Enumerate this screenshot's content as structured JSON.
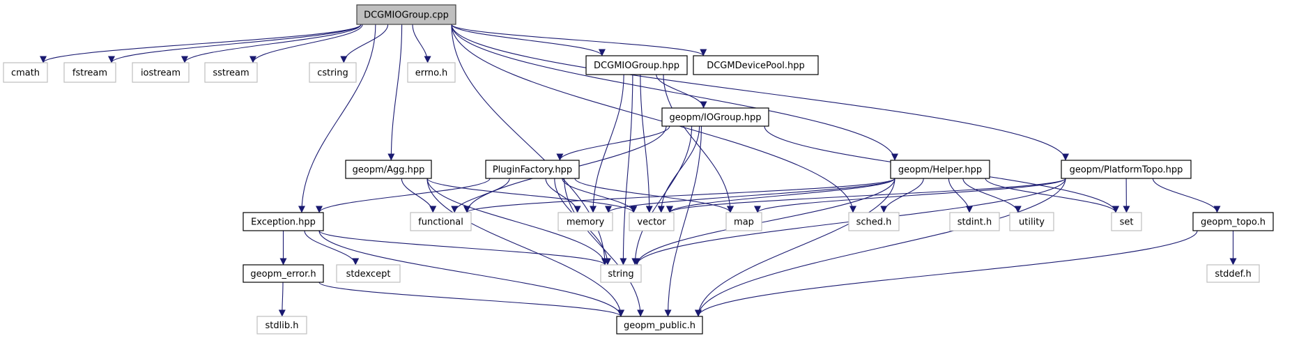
{
  "title": "DCGMIOGroup.cpp include dependency graph",
  "colors": {
    "edge": "#191970",
    "root_fill": "#bfbfbf",
    "root_stroke": "#404040",
    "documented_stroke": "#000000",
    "external_stroke": "#bfbfbf",
    "node_fill": "#ffffff"
  },
  "nodes": [
    {
      "id": "root",
      "label": "DCGMIOGroup.cpp",
      "kind": "root"
    },
    {
      "id": "cmath",
      "label": "cmath",
      "kind": "external"
    },
    {
      "id": "fstream",
      "label": "fstream",
      "kind": "external"
    },
    {
      "id": "iostream",
      "label": "iostream",
      "kind": "external"
    },
    {
      "id": "sstream",
      "label": "sstream",
      "kind": "external"
    },
    {
      "id": "cstring",
      "label": "cstring",
      "kind": "external"
    },
    {
      "id": "errno",
      "label": "errno.h",
      "kind": "external"
    },
    {
      "id": "dcgmhpp",
      "label": "DCGMIOGroup.hpp",
      "kind": "documented"
    },
    {
      "id": "devpool",
      "label": "DCGMDevicePool.hpp",
      "kind": "documented"
    },
    {
      "id": "iogroup",
      "label": "geopm/IOGroup.hpp",
      "kind": "documented"
    },
    {
      "id": "agg",
      "label": "geopm/Agg.hpp",
      "kind": "documented"
    },
    {
      "id": "plugin",
      "label": "PluginFactory.hpp",
      "kind": "documented"
    },
    {
      "id": "helper",
      "label": "geopm/Helper.hpp",
      "kind": "documented"
    },
    {
      "id": "ptopo",
      "label": "geopm/PlatformTopo.hpp",
      "kind": "documented"
    },
    {
      "id": "exception",
      "label": "Exception.hpp",
      "kind": "documented"
    },
    {
      "id": "functional",
      "label": "functional",
      "kind": "external"
    },
    {
      "id": "memory",
      "label": "memory",
      "kind": "external"
    },
    {
      "id": "vector",
      "label": "vector",
      "kind": "external"
    },
    {
      "id": "map",
      "label": "map",
      "kind": "external"
    },
    {
      "id": "sched",
      "label": "sched.h",
      "kind": "external"
    },
    {
      "id": "stdint",
      "label": "stdint.h",
      "kind": "external"
    },
    {
      "id": "utility",
      "label": "utility",
      "kind": "external"
    },
    {
      "id": "set",
      "label": "set",
      "kind": "external"
    },
    {
      "id": "gtopo",
      "label": "geopm_topo.h",
      "kind": "documented"
    },
    {
      "id": "gerror",
      "label": "geopm_error.h",
      "kind": "documented"
    },
    {
      "id": "stdexcept",
      "label": "stdexcept",
      "kind": "external"
    },
    {
      "id": "string",
      "label": "string",
      "kind": "external"
    },
    {
      "id": "stddef",
      "label": "stddef.h",
      "kind": "external"
    },
    {
      "id": "stdlib",
      "label": "stdlib.h",
      "kind": "external"
    },
    {
      "id": "gpublic",
      "label": "geopm_public.h",
      "kind": "documented"
    }
  ],
  "edges": [
    [
      "root",
      "cmath"
    ],
    [
      "root",
      "fstream"
    ],
    [
      "root",
      "iostream"
    ],
    [
      "root",
      "sstream"
    ],
    [
      "root",
      "cstring"
    ],
    [
      "root",
      "errno"
    ],
    [
      "root",
      "dcgmhpp"
    ],
    [
      "root",
      "devpool"
    ],
    [
      "root",
      "exception"
    ],
    [
      "root",
      "string"
    ],
    [
      "root",
      "agg"
    ],
    [
      "root",
      "sched"
    ],
    [
      "root",
      "helper"
    ],
    [
      "root",
      "ptopo"
    ],
    [
      "dcgmhpp",
      "iogroup"
    ],
    [
      "dcgmhpp",
      "memory"
    ],
    [
      "dcgmhpp",
      "vector"
    ],
    [
      "dcgmhpp",
      "map"
    ],
    [
      "dcgmhpp",
      "string"
    ],
    [
      "iogroup",
      "plugin"
    ],
    [
      "iogroup",
      "functional"
    ],
    [
      "iogroup",
      "vector"
    ],
    [
      "iogroup",
      "string"
    ],
    [
      "iogroup",
      "gpublic"
    ],
    [
      "iogroup",
      "set"
    ],
    [
      "agg",
      "functional"
    ],
    [
      "agg",
      "vector"
    ],
    [
      "agg",
      "string"
    ],
    [
      "agg",
      "gpublic"
    ],
    [
      "plugin",
      "exception"
    ],
    [
      "plugin",
      "functional"
    ],
    [
      "plugin",
      "memory"
    ],
    [
      "plugin",
      "vector"
    ],
    [
      "plugin",
      "map"
    ],
    [
      "plugin",
      "string"
    ],
    [
      "plugin",
      "gpublic"
    ],
    [
      "helper",
      "functional"
    ],
    [
      "helper",
      "memory"
    ],
    [
      "helper",
      "vector"
    ],
    [
      "helper",
      "sched"
    ],
    [
      "helper",
      "stdint"
    ],
    [
      "helper",
      "utility"
    ],
    [
      "helper",
      "set"
    ],
    [
      "helper",
      "string"
    ],
    [
      "helper",
      "gpublic"
    ],
    [
      "ptopo",
      "vector"
    ],
    [
      "ptopo",
      "map"
    ],
    [
      "ptopo",
      "set"
    ],
    [
      "ptopo",
      "string"
    ],
    [
      "ptopo",
      "gtopo"
    ],
    [
      "ptopo",
      "gpublic"
    ],
    [
      "exception",
      "gerror"
    ],
    [
      "exception",
      "stdexcept"
    ],
    [
      "exception",
      "string"
    ],
    [
      "exception",
      "gpublic"
    ],
    [
      "gerror",
      "stdlib"
    ],
    [
      "gerror",
      "gpublic"
    ],
    [
      "gtopo",
      "stddef"
    ],
    [
      "gtopo",
      "gpublic"
    ]
  ]
}
